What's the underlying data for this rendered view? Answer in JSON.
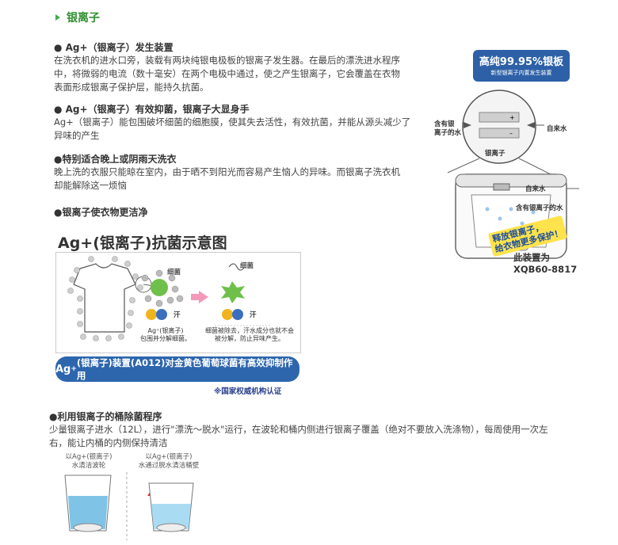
{
  "title": "银离子",
  "sections": [
    {
      "heading": "● Ag+（银离子）发生装置",
      "lines": [
        "在洗衣机的进水口旁，装载有两块纯银电极板的银离子发生器。在最后的漂洗进水程序",
        "中，将微弱的电流（数十毫安）在两个电极中通过，使之产生银离子，它会覆盖在衣物",
        "表面形成银离子保护层，能持久抗菌。"
      ]
    },
    {
      "heading": "● Ag+（银离子）有效抑菌，银离子大显身手",
      "lines": [
        "Ag+（银离子）能包围破坏细菌的细胞膜，使其失去活性，有效抗菌，并能从源头减少了",
        "异味的产生"
      ]
    },
    {
      "heading": "●特别适合晚上或阴雨天洗衣",
      "lines": [
        "晚上洗的衣服只能晾在室内，由于晒不到阳光而容易产生恼人的异味。而银离子洗衣机",
        "却能解除这一烦恼"
      ]
    },
    {
      "heading": "●银离子使衣物更洁净",
      "lines": []
    },
    {
      "heading": "●利用银离子的桶除菌程序",
      "lines": [
        "少量银离子进水（12L），进行\"漂洗～脱水\"运行，在波轮和桶内侧进行银离子覆盖（绝对不要放入洗涤物），每周使用一次左",
        "右，能让内桶的内侧保持清洁"
      ]
    }
  ],
  "diagram": {
    "title": "Ag+(银离子)抗菌示意图",
    "bacteria1": "细菌",
    "bacteria2": "细菌",
    "sweat1": "汗",
    "sweat2": "汗",
    "small1": "汗",
    "small2": "细菌",
    "cap1_l1": "Ag⁺(银离子)",
    "cap1_l2": "包围并分解细菌。",
    "cap2_l1": "细菌被除去，汗水成分也就不会",
    "cap2_l2": "被分解，防止异味产生。",
    "banner_main": "Ag",
    "banner_sup": "+",
    "banner_rest": "(银离子)装置(A012)对金黄色葡萄球菌有高效抑制作用",
    "certify": "※国家权威机构认证"
  },
  "right_panel": {
    "badge_main": "高纯99.95%银板",
    "badge_sub": "新型银离子内置发生装置",
    "label_left": "含有银",
    "label_left2": "离子的水",
    "label_right": "自来水",
    "label_ion": "银离子",
    "label_tap": "自来水",
    "label_water": "含有银离子的水",
    "sticker_l1": "释放银离子，",
    "sticker_l2": "给衣物更多保护！",
    "model_l1": "此装置为",
    "model_l2": "XQB60-8817"
  },
  "bottom_images": {
    "left_l1": "以Ag+(银离子)",
    "left_l2": "水清洁波轮",
    "right_l1": "以Ag+(银离子)",
    "right_l2": "水通过脱水清洁桶壁"
  }
}
